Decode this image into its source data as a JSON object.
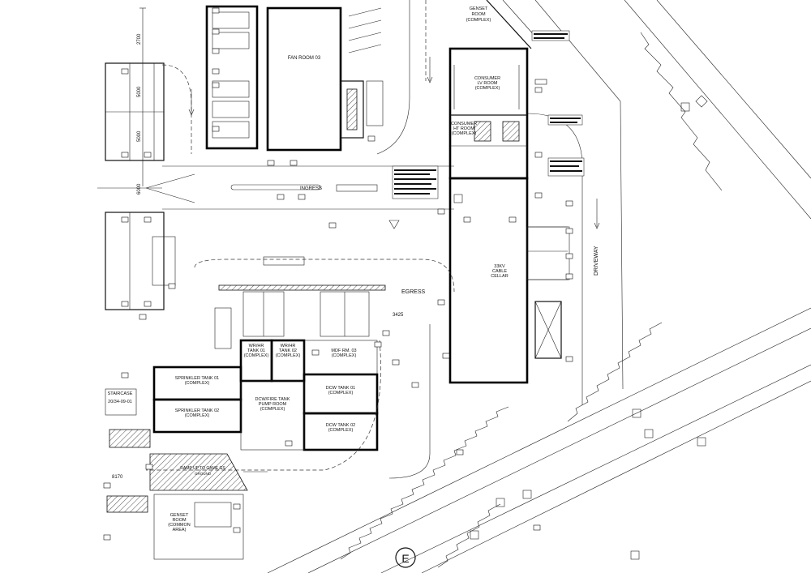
{
  "rooms": {
    "fan_room": "FAN ROOM 03",
    "genset_room_top": [
      "GENSET",
      "ROOM",
      "(COMPLEX)"
    ],
    "consumer_lv": [
      "CONSUMER",
      "LV ROOM",
      "(COMPLEX)"
    ],
    "consumer_ht": [
      "CONSUMER",
      "HT ROOM",
      "(COMPLEX)"
    ],
    "cable_cellar": [
      "33KV",
      "CABLE",
      "CELLAR"
    ],
    "sprinkler_01": [
      "SPRINKLER TANK 01",
      "(COMPLEX)"
    ],
    "sprinkler_02": [
      "SPRINKLER TANK 02",
      "(COMPLEX)"
    ],
    "wr_hr_01": [
      "WR/HR",
      "TANK 01",
      "(COMPLEX)"
    ],
    "wr_hr_02": [
      "WR/HR",
      "TANK 02",
      "(COMPLEX)"
    ],
    "mdf_rm": [
      "MDF RM. 03",
      "(COMPLEX)"
    ],
    "dcw_fire": [
      "DCW/FIRE TANK",
      "PUMP ROOM",
      "(COMPLEX)"
    ],
    "dcw_01": [
      "DCW TANK 01",
      "(COMPLEX)"
    ],
    "dcw_02": [
      "DCW TANK 02",
      "(COMPLEX)"
    ],
    "genset_room_bottom": [
      "GENSET",
      "ROOM",
      "(COMMON",
      "AREA)"
    ],
    "staircase": [
      "STAIRCASE",
      "20/34-09-01"
    ]
  },
  "labels": {
    "ingress": "INGRESS",
    "egress": "EGRESS",
    "driveway": "DRIVEWAY",
    "ramp": "RAMP UP TO GAME GS",
    "ramp_sub": "GROUND"
  },
  "dimensions": {
    "d2700": "2700",
    "d5000a": "5000",
    "d5000b": "5000",
    "d6000": "6000",
    "d3425": "3425",
    "d8170": "8170"
  },
  "north_marker": "E",
  "colors": {
    "line": "#111111",
    "background": "#ffffff"
  }
}
